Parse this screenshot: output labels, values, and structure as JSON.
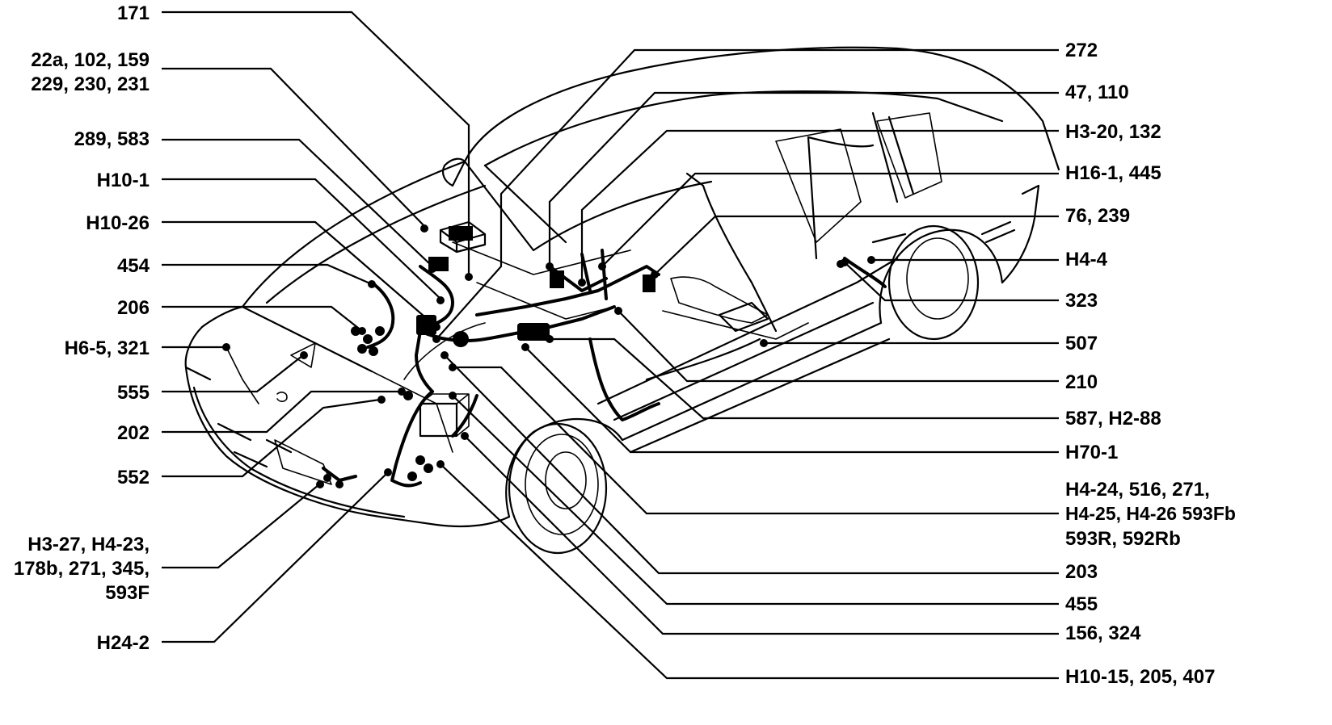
{
  "left_labels": [
    {
      "id": "l171",
      "lines": [
        "171"
      ]
    },
    {
      "id": "l22a",
      "lines": [
        "22a, 102, 159",
        "229, 230, 231"
      ]
    },
    {
      "id": "l289",
      "lines": [
        "289, 583"
      ]
    },
    {
      "id": "lH10-1",
      "lines": [
        "H10-1"
      ]
    },
    {
      "id": "lH10-26",
      "lines": [
        "H10-26"
      ]
    },
    {
      "id": "l454",
      "lines": [
        "454"
      ]
    },
    {
      "id": "l206",
      "lines": [
        "206"
      ]
    },
    {
      "id": "lH6-5",
      "lines": [
        "H6-5, 321"
      ]
    },
    {
      "id": "l555",
      "lines": [
        "555"
      ]
    },
    {
      "id": "l202",
      "lines": [
        "202"
      ]
    },
    {
      "id": "l552",
      "lines": [
        "552"
      ]
    },
    {
      "id": "lH3-27",
      "lines": [
        "H3-27, H4-23,",
        "178b, 271, 345,",
        "593F"
      ]
    },
    {
      "id": "lH24-2",
      "lines": [
        "H24-2"
      ]
    }
  ],
  "right_labels": [
    {
      "id": "r272",
      "lines": [
        "272"
      ]
    },
    {
      "id": "r47",
      "lines": [
        "47, 110"
      ]
    },
    {
      "id": "rH3-20",
      "lines": [
        "H3-20, 132"
      ]
    },
    {
      "id": "rH16-1",
      "lines": [
        "H16-1, 445"
      ]
    },
    {
      "id": "r76",
      "lines": [
        "76, 239"
      ]
    },
    {
      "id": "rH4-4",
      "lines": [
        "H4-4"
      ]
    },
    {
      "id": "r323",
      "lines": [
        "323"
      ]
    },
    {
      "id": "r507",
      "lines": [
        "507"
      ]
    },
    {
      "id": "r210",
      "lines": [
        "210"
      ]
    },
    {
      "id": "r587",
      "lines": [
        "587, H2-88"
      ]
    },
    {
      "id": "rH70-1",
      "lines": [
        "H70-1"
      ]
    },
    {
      "id": "rH4-24",
      "lines": [
        "H4-24, 516, 271,",
        "H4-25, H4-26 593Fb",
        "593R, 592Rb"
      ]
    },
    {
      "id": "r203",
      "lines": [
        "203"
      ]
    },
    {
      "id": "r455",
      "lines": [
        "455"
      ]
    },
    {
      "id": "r156",
      "lines": [
        "156, 324"
      ]
    },
    {
      "id": "rH10-15",
      "lines": [
        "H10-15, 205, 407"
      ]
    }
  ]
}
